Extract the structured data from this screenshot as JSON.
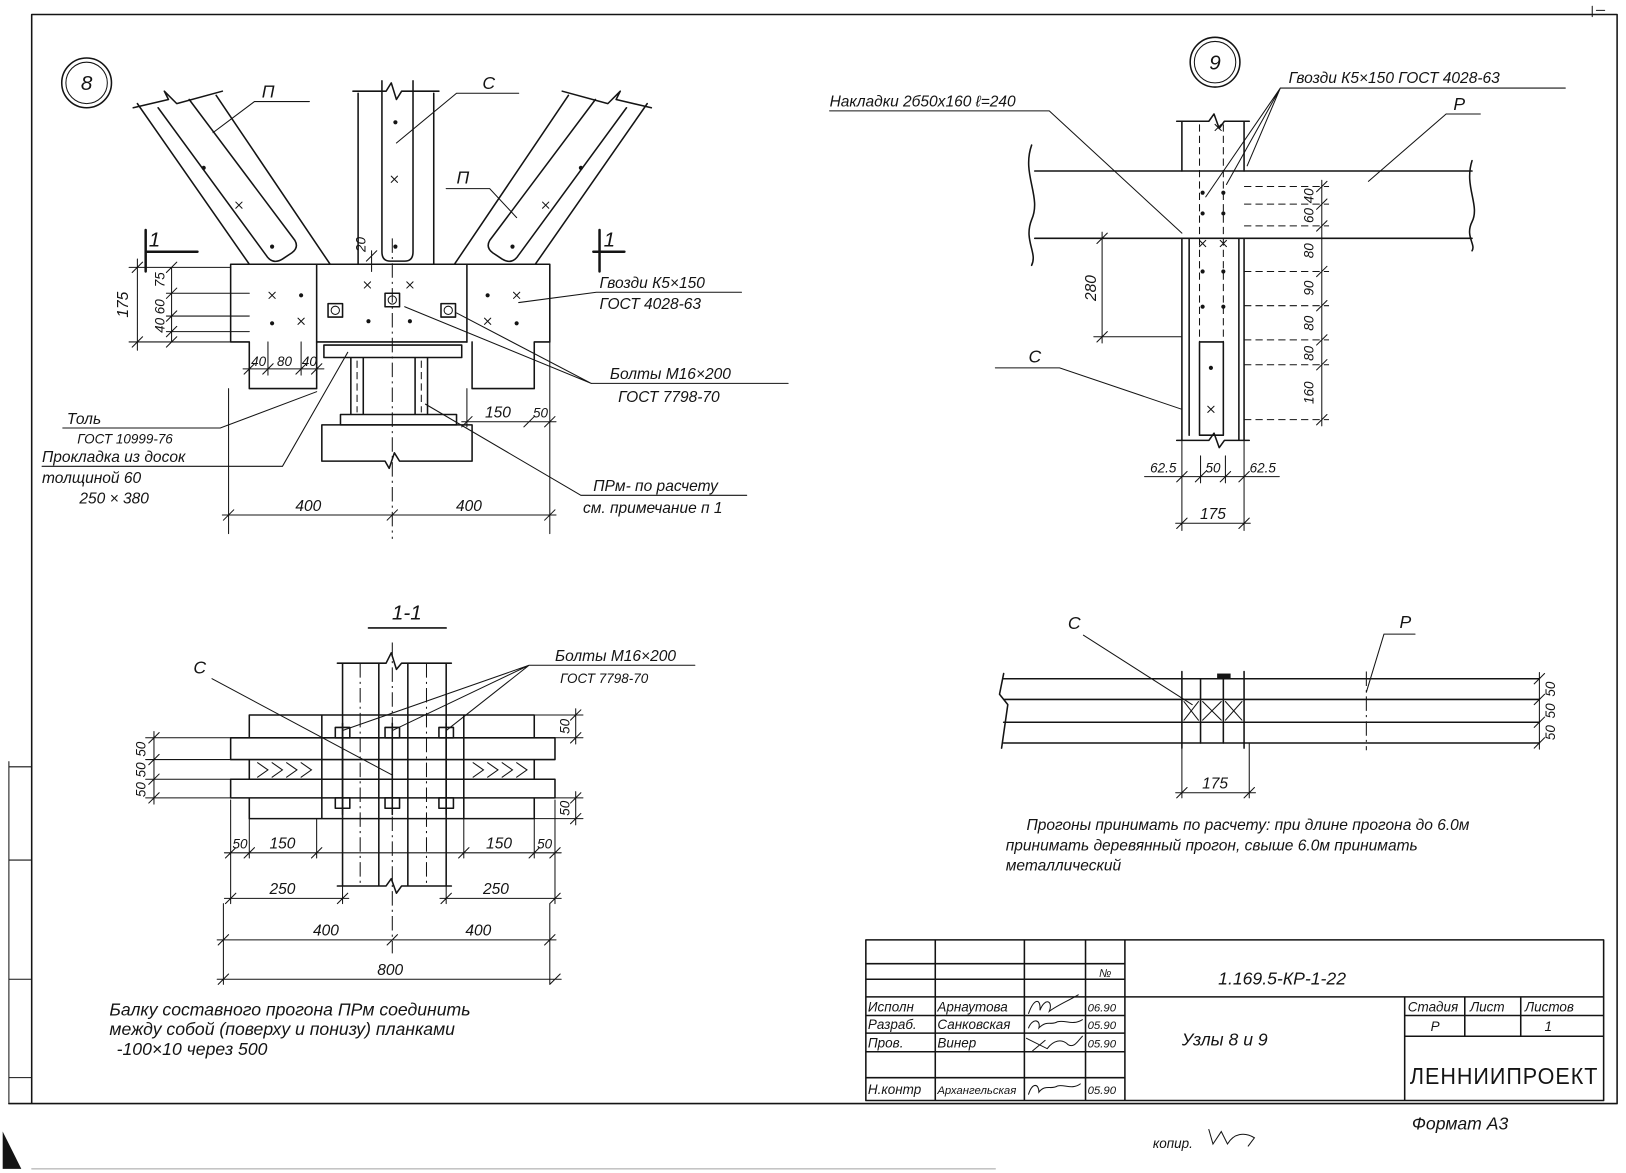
{
  "node8": {
    "mark": "8",
    "brace_left": "П",
    "post": "С",
    "brace_right": "П",
    "section_left": "1",
    "section_right": "1",
    "dim_top": "20",
    "dim_height": "175",
    "dims_left": [
      "75",
      "60",
      "40"
    ],
    "dims_inner": [
      "40",
      "80",
      "40"
    ],
    "nails": [
      "Гвозди К5×150",
      "ГОСТ 4028-63"
    ],
    "bolts": [
      "Болты  М16×200",
      "ГОСТ 7798-70"
    ],
    "roofing": [
      "Толь",
      "ГОСТ 10999-76"
    ],
    "pad": [
      "Прокладка из досок",
      "толщиной 60",
      "250 × 380"
    ],
    "dims_right": [
      "150",
      "50"
    ],
    "purlin": [
      "ПРм- по расчету",
      "см. примечание п 1"
    ],
    "dims_bottom": [
      "400",
      "400"
    ]
  },
  "section11": {
    "title": "1-1",
    "post": "С",
    "bolts": [
      "Болты  М16×200",
      "ГОСТ 7798-70"
    ],
    "dims_left": [
      "50",
      "50",
      "50"
    ],
    "dims_right": [
      "50",
      "50"
    ],
    "dims_row1": [
      "50",
      "150",
      "150",
      "50"
    ],
    "dims_row2": [
      "250",
      "250"
    ],
    "dims_row3": [
      "400",
      "400"
    ],
    "dims_row4": "800",
    "note": [
      "Балку  составного   прогона  ПРм  соединить",
      "между   собой  (поверху  и  понизу)  планками",
      "-100×10  через  500"
    ]
  },
  "node9": {
    "mark": "9",
    "plates": "Накладки 2б50х160  ℓ=240",
    "nails": "Гвозди К5×150  ГОСТ 4028-63",
    "beam": "Р",
    "post": "С",
    "dim_left": "280",
    "dims_right": [
      "40",
      "60",
      "80",
      "90",
      "80",
      "80",
      "160"
    ],
    "dims_bottom": [
      "62.5",
      "50",
      "62.5"
    ],
    "dim_width": "175"
  },
  "plan9": {
    "post": "С",
    "beam": "Р",
    "dims_right": [
      "50",
      "50",
      "50"
    ],
    "dim_width": "175",
    "note": [
      "Прогоны  принимать  по расчету: при длине  прогона  до 6.0м",
      "принимать   деревянный прогон,  свыше  6.0м   принимать",
      "металлический"
    ]
  },
  "title_block": {
    "code": "1.169.5-КР-1-22",
    "number_sign": "№",
    "title": "Узлы 8 и 9",
    "rows": [
      {
        "role": "Исполн",
        "name": "Арнаутова",
        "date": "06.90"
      },
      {
        "role": "Разраб.",
        "name": "Санковская",
        "date": "05.90"
      },
      {
        "role": "Пров.",
        "name": "Винер",
        "date": "05.90"
      },
      {
        "role": "Н.контр",
        "name": "Архангельская",
        "date": "05.90"
      }
    ],
    "stage_head": "Стадия",
    "sheet_head": "Лист",
    "sheets_head": "Листов",
    "stage": "Р",
    "sheets": "1",
    "organization": "ЛЕННИИПРОЕКТ"
  },
  "format": "Формат  А3",
  "copied": "копир."
}
